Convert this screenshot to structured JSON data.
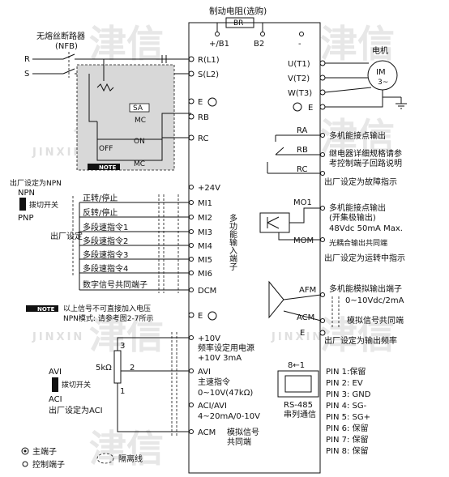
{
  "watermark": {
    "brand": "津信",
    "latin": "JINXIN"
  },
  "top": {
    "brake_resistor": "制动电阻(选购)",
    "br": "BR",
    "plus_b1": "+/B1",
    "b2": "B2",
    "minus": "-"
  },
  "left_power": {
    "nfb_title": "无熔丝断路器",
    "nfb": "(NFB)",
    "r": "R",
    "s": "S",
    "sa": "SA",
    "mc": "MC",
    "off": "OFF",
    "on": "ON",
    "note": "NOTE"
  },
  "terminals_left": {
    "r_l1": "R(L1)",
    "s_l2": "S(L2)",
    "e": "E",
    "rb": "RB",
    "rc": "RC",
    "p24": "+24V",
    "mi1": "MI1",
    "mi2": "MI2",
    "mi3": "MI3",
    "mi4": "MI4",
    "mi5": "MI5",
    "mi6": "MI6",
    "dcm": "DCM",
    "e2": "E",
    "p10": "+10V",
    "avi": "AVI",
    "aci": "ACI/AVI",
    "acm": "ACM"
  },
  "npn_block": {
    "factory_npn": "出厂设定为NPN",
    "npn": "NPN",
    "switch": "拨切开关",
    "pnp": "PNP",
    "factory": "出厂设定"
  },
  "inputs": [
    "正转/停止",
    "反转/停止",
    "多段速指令1",
    "多段速指令2",
    "多段速指令3",
    "多段速指令4",
    "数字信号共同端子"
  ],
  "vertical_label": "多功能输入端子",
  "notes": {
    "note1": "以上信号不可直接加入电压",
    "note2": "NPN模式: 请参考图2-7所示"
  },
  "analog_in": {
    "freq_power": "频率设定用电源",
    "freq_power_val": "+10V 3mA",
    "main_speed": "主速指令",
    "main_speed_val": "0~10V(47kΩ)",
    "aci_val": "4~20mA/0-10V",
    "acm_label": "模拟信号",
    "acm_label2": "共同端",
    "pot": "5kΩ",
    "p3": "3",
    "p2": "2",
    "p1": "1",
    "avi_sw": "AVI",
    "aci_sw": "ACI",
    "sw_label": "拨切开关",
    "factory_aci": "出厂设定为ACI"
  },
  "legend": {
    "main": "主端子",
    "control": "控制端子",
    "shield": "隔离线"
  },
  "output": {
    "motor": "电机",
    "im": "IM",
    "im3": "3~",
    "u": "U(T1)",
    "v": "V(T2)",
    "w": "W(T3)",
    "e": "E"
  },
  "relay": {
    "ra": "RA",
    "rb": "RB",
    "rc": "RC",
    "t1": "多机能接点输出",
    "t2": "继电器详细规格请参",
    "t3": "考控制端子回路说明",
    "t4": "出厂设定为故障指示"
  },
  "mo": {
    "mo1": "MO1",
    "mom": "MOM",
    "t1": "多机能接点输出",
    "t2": "(开集极输出)",
    "t3": "48Vdc 50mA Max.",
    "t4": "光耦合输出共同端",
    "t5": "出厂设定为运转中指示"
  },
  "afm": {
    "afm": "AFM",
    "acm": "ACM",
    "e": "E",
    "t1": "多机能模拟输出端子",
    "t2": "0~10Vdc/2mA",
    "t3": "模拟信号共同端",
    "t4": "出厂设定为输出频率"
  },
  "rs485": {
    "arrow": "8←1",
    "title": "RS-485",
    "sub": "串列通信"
  },
  "pins": [
    "PIN 1:保留",
    "PIN 2: EV",
    "PIN 3: GND",
    "PIN 4: SG-",
    "PIN 5: SG+",
    "PIN 6: 保留",
    "PIN 7: 保留",
    "PIN 8: 保留"
  ]
}
